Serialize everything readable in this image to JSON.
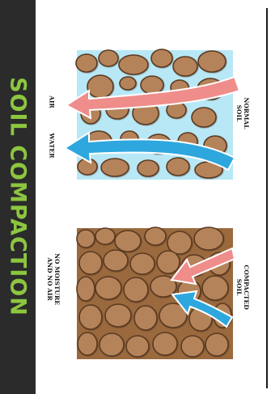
{
  "title": "SOIL COMPACTION",
  "labels": {
    "normal_soil": "NORMAL\nSOIL",
    "compacted_soil": "COMPACTED\nSOIL",
    "air": "AIR",
    "water": "WATER",
    "no_moisture": "NO MOISTURE\nAND NO AIR"
  },
  "colors": {
    "sidebar": "#2b2b2b",
    "title": "#8cc63f",
    "water_bg": "#b8e8f6",
    "compacted_bg": "#9a6a3e",
    "stone": "#b5835a",
    "stone_outline": "#5a3a20",
    "air_arrow": "#ef8d8b",
    "water_arrow": "#2ea7df"
  },
  "icons": {
    "air_arrow": "arrow-right-pink-icon",
    "water_arrow": "arrow-right-blue-icon"
  }
}
